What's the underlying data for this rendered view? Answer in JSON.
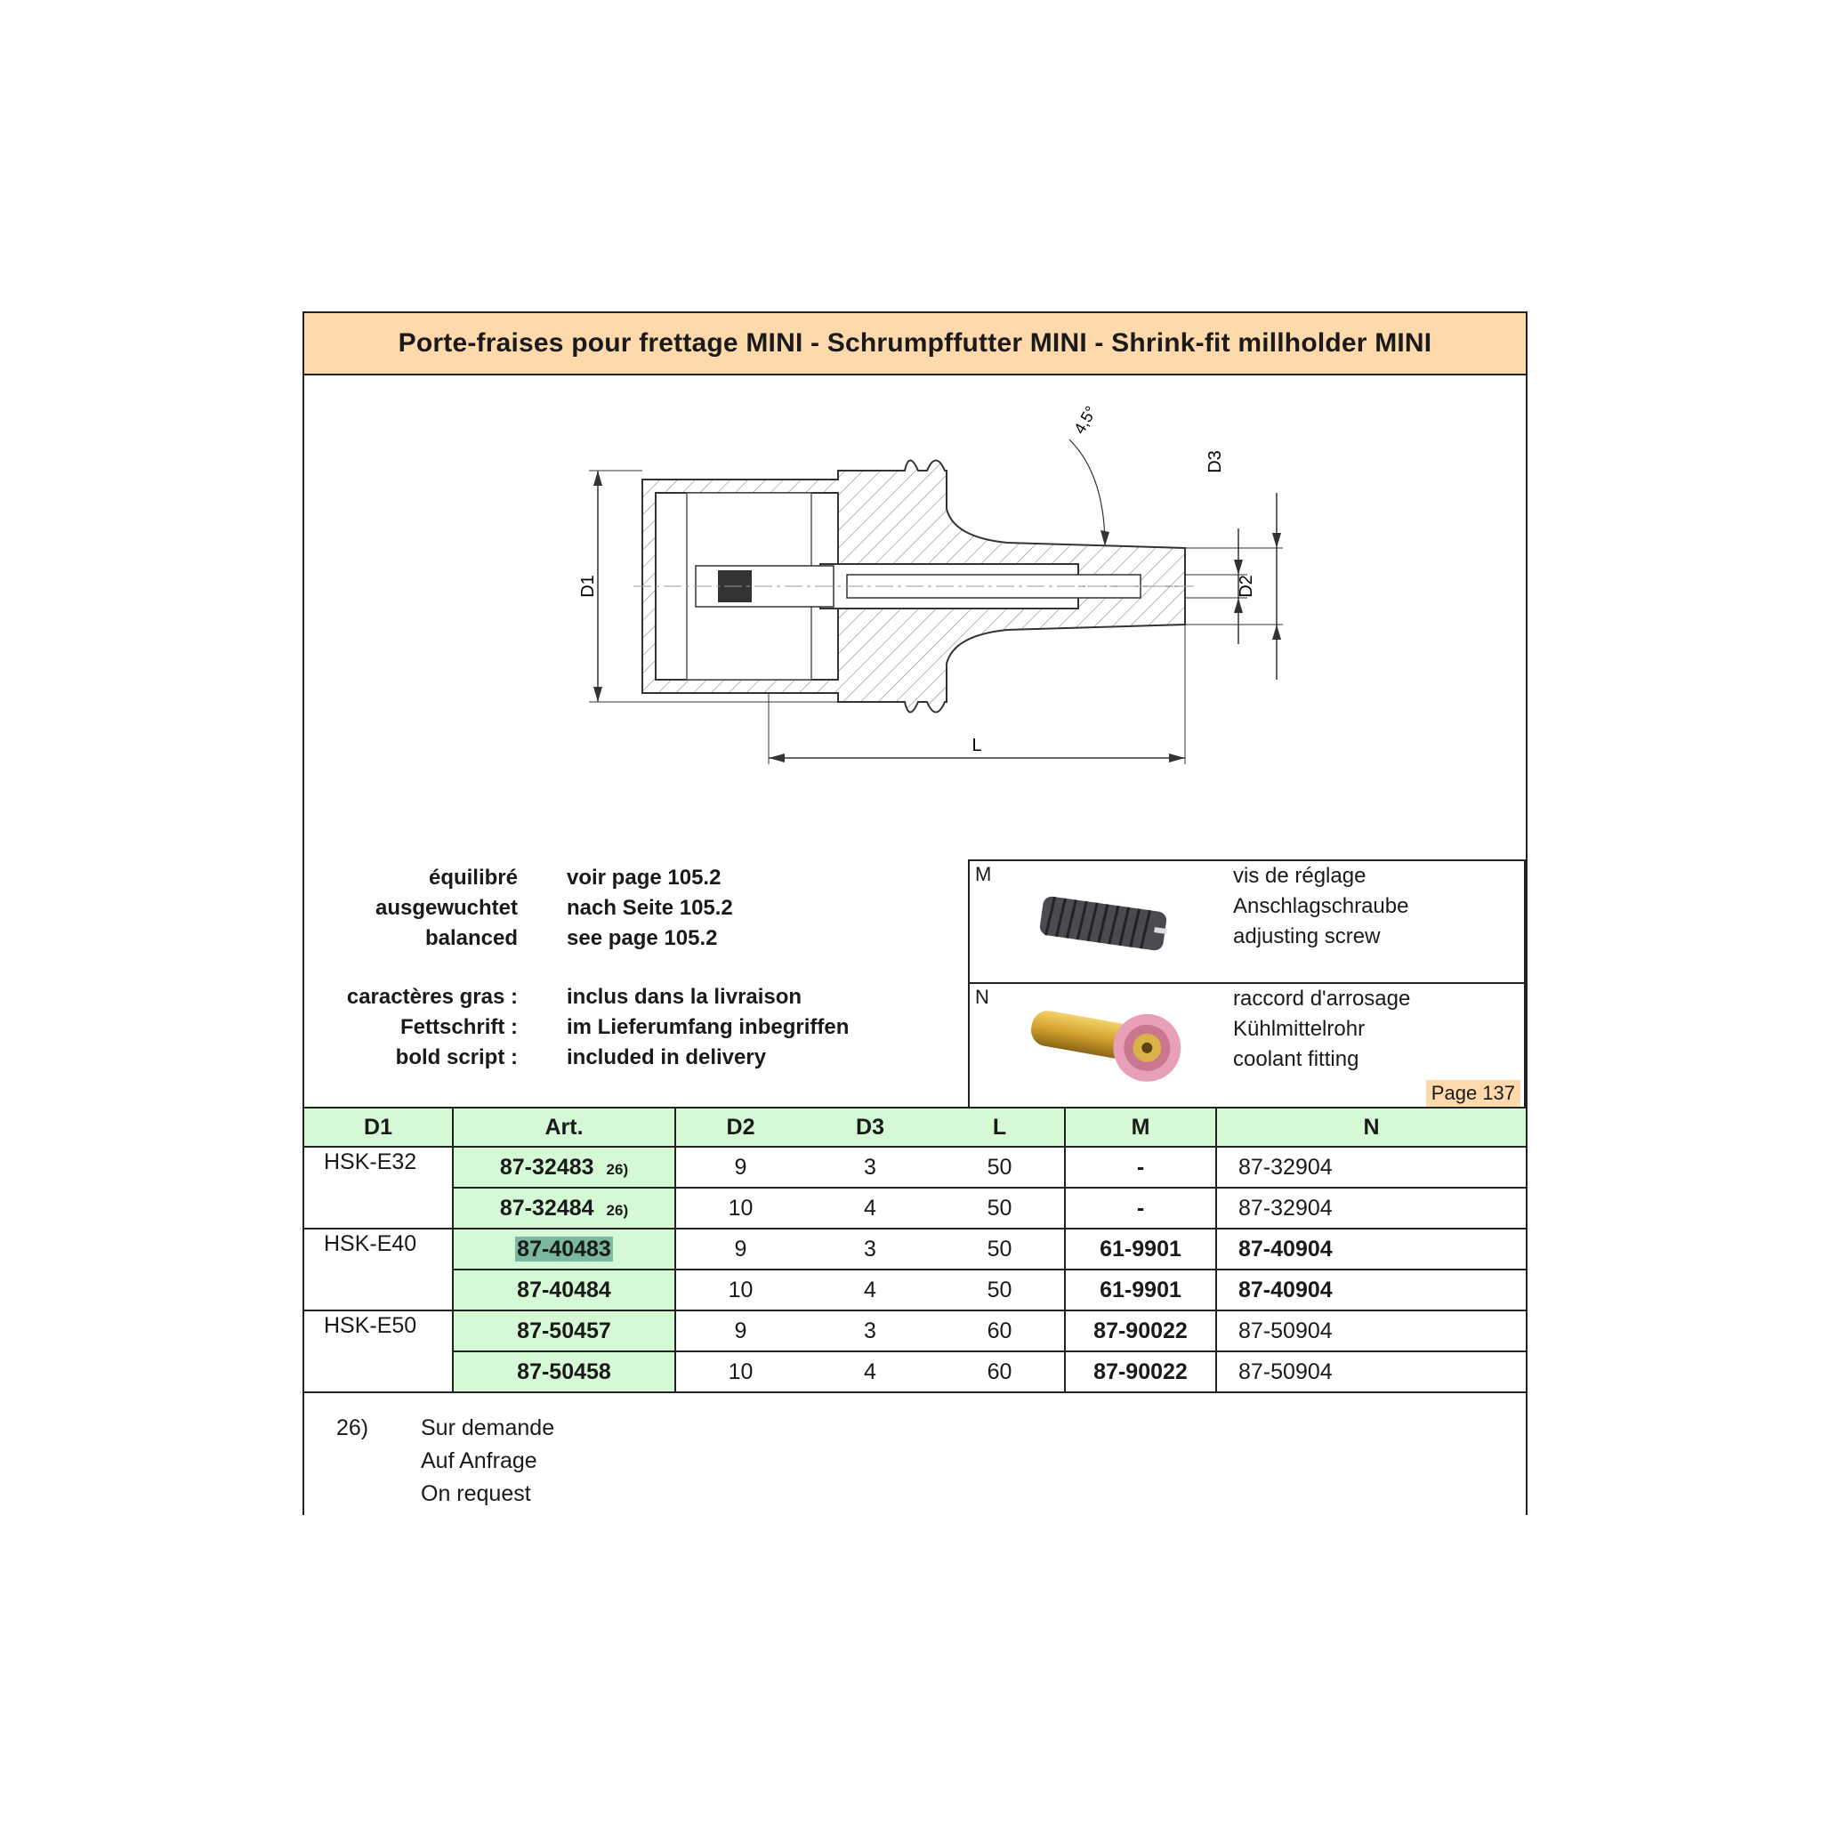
{
  "title": "Porte-fraises pour frettage MINI - Schrumpffutter MINI - Shrink-fit millholder MINI",
  "drawing": {
    "dim_d1": "D1",
    "dim_d2": "D2",
    "dim_d3": "D3",
    "dim_l": "L",
    "dim_angle": "4,5°"
  },
  "info": {
    "balanced_labels": [
      "équilibré",
      "ausgewuchtet",
      "balanced"
    ],
    "balanced_values": [
      "voir page 105.2",
      "nach Seite 105.2",
      "see page 105.2"
    ],
    "bold_labels": [
      "caractères gras :",
      "Fettschrift :",
      "bold script :"
    ],
    "bold_values": [
      "inclus dans la livraison",
      "im Lieferumfang inbegriffen",
      "included in delivery"
    ]
  },
  "accessories": {
    "m": {
      "letter": "M",
      "lines": [
        "vis de réglage",
        "Anschlagschraube",
        "adjusting screw"
      ],
      "icon": "adjusting-screw-icon"
    },
    "n": {
      "letter": "N",
      "lines": [
        "raccord d'arrosage",
        "Kühlmittelrohr",
        "coolant fitting"
      ],
      "icon": "coolant-fitting-icon"
    },
    "page_ref": "Page 137"
  },
  "table": {
    "headers": [
      "D1",
      "Art.",
      "D2",
      "D3",
      "L",
      "M",
      "N"
    ],
    "rows": [
      {
        "d1": "HSK-E32",
        "art": "87-32483",
        "note": "26)",
        "d2": "9",
        "d3": "3",
        "l": "50",
        "m": "-",
        "n": "87-32904"
      },
      {
        "d1": "",
        "art": "87-32484",
        "note": "26)",
        "d2": "10",
        "d3": "4",
        "l": "50",
        "m": "-",
        "n": "87-32904"
      },
      {
        "d1": "HSK-E40",
        "art": "87-40483",
        "note": "",
        "d2": "9",
        "d3": "3",
        "l": "50",
        "m": "61-9901",
        "n": "87-40904"
      },
      {
        "d1": "",
        "art": "87-40484",
        "note": "",
        "d2": "10",
        "d3": "4",
        "l": "50",
        "m": "61-9901",
        "n": "87-40904"
      },
      {
        "d1": "HSK-E50",
        "art": "87-50457",
        "note": "",
        "d2": "9",
        "d3": "3",
        "l": "60",
        "m": "87-90022",
        "n": "87-50904"
      },
      {
        "d1": "",
        "art": "87-50458",
        "note": "",
        "d2": "10",
        "d3": "4",
        "l": "60",
        "m": "87-90022",
        "n": "87-50904"
      }
    ]
  },
  "footnote": {
    "marker": "26)",
    "lines": [
      "Sur demande",
      "Auf Anfrage",
      "On request"
    ]
  },
  "colors": {
    "title_bg": "#fdd9ab",
    "table_header_bg": "#d4f9d4",
    "highlight": "#7ab8a0"
  }
}
